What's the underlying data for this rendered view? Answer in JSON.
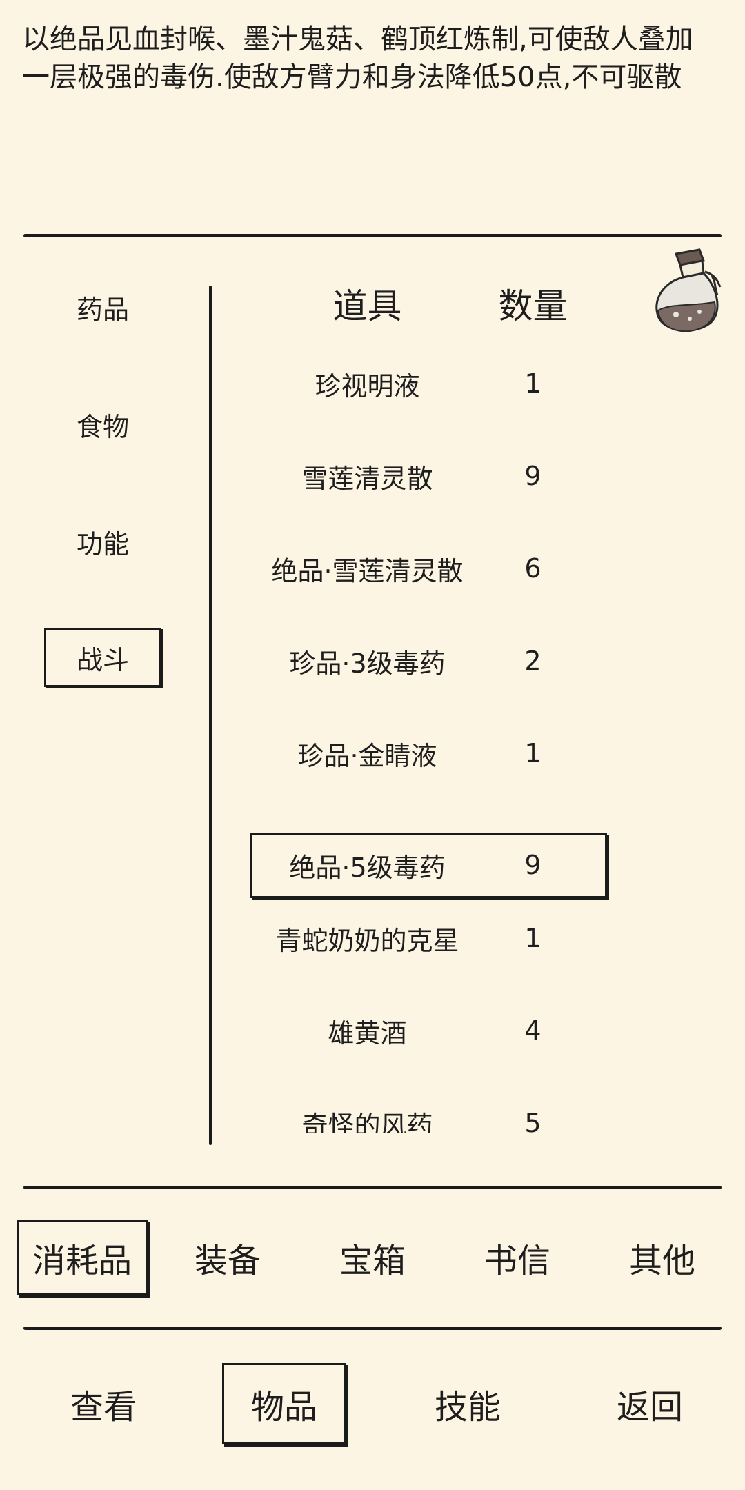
{
  "description": {
    "line1": "以绝品见血封喉、墨汁鬼菇、鹤顶红炼制,可使敌人叠加",
    "line2": "一层极强的毒伤.使敌方臂力和身法降低50点,不可驱散"
  },
  "categories": [
    {
      "label": "药品",
      "selected": false
    },
    {
      "label": "食物",
      "selected": false
    },
    {
      "label": "功能",
      "selected": false
    },
    {
      "label": "战斗",
      "selected": true
    }
  ],
  "table": {
    "col_item": "道具",
    "col_qty": "数量",
    "header_icon": "potion-bottle-icon",
    "rows": [
      {
        "name": "珍视明液",
        "qty": "1"
      },
      {
        "name": "雪莲清灵散",
        "qty": "9"
      },
      {
        "name": "绝品·雪莲清灵散",
        "qty": "6"
      },
      {
        "name": "珍品·3级毒药",
        "qty": "2"
      },
      {
        "name": "珍品·金睛液",
        "qty": "1"
      },
      {
        "name": "绝品·5级毒药",
        "qty": "9",
        "selected": true
      },
      {
        "name": "青蛇奶奶的克星",
        "qty": "1"
      },
      {
        "name": "雄黄酒",
        "qty": "4"
      },
      {
        "name": "奇怪的风药",
        "qty": "5"
      }
    ]
  },
  "tabs": [
    {
      "label": "消耗品",
      "selected": true
    },
    {
      "label": "装备",
      "selected": false
    },
    {
      "label": "宝箱",
      "selected": false
    },
    {
      "label": "书信",
      "selected": false
    },
    {
      "label": "其他",
      "selected": false
    }
  ],
  "nav": [
    {
      "label": "查看",
      "selected": false
    },
    {
      "label": "物品",
      "selected": true
    },
    {
      "label": "技能",
      "selected": false
    },
    {
      "label": "返回",
      "selected": false
    }
  ]
}
